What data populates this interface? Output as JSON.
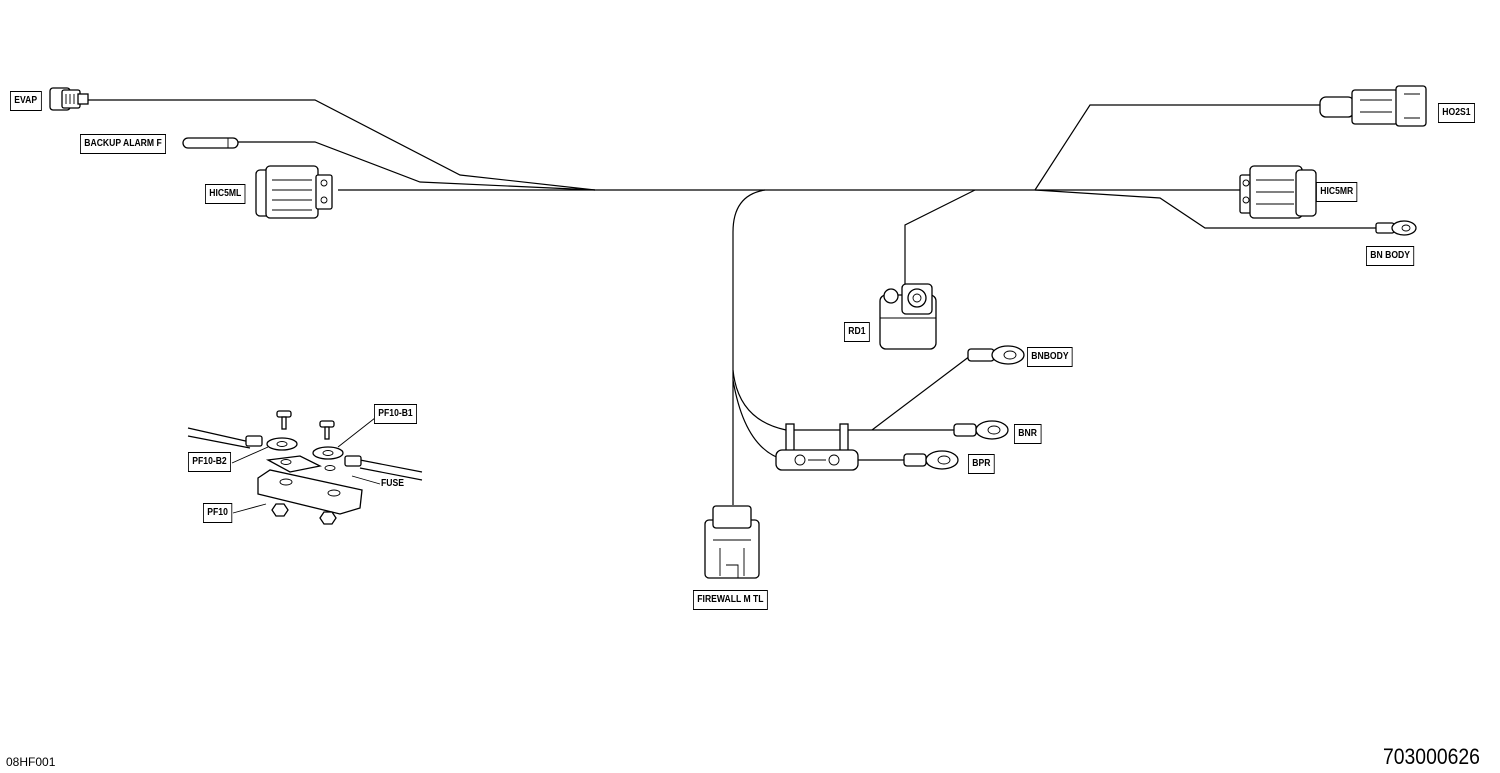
{
  "connectors": {
    "evap": "EVAP",
    "backup_alarm": "BACKUP ALARM F",
    "hic5ml": "HIC5ML",
    "ho2s1": "HO2S1",
    "hic5mr": "HIC5MR",
    "bn_body": "BN BODY",
    "rd1": "RD1",
    "bnbody": "BNBODY",
    "bnr": "BNR",
    "bpr": "BPR",
    "firewall": "FIREWALL M TL"
  },
  "fuse_detail": {
    "pf10_b1": "PF10-B1",
    "pf10_b2": "PF10-B2",
    "fuse": "FUSE",
    "pf10": "PF10"
  },
  "footer": {
    "figure_code": "08HF001",
    "part_number": "703000626"
  }
}
